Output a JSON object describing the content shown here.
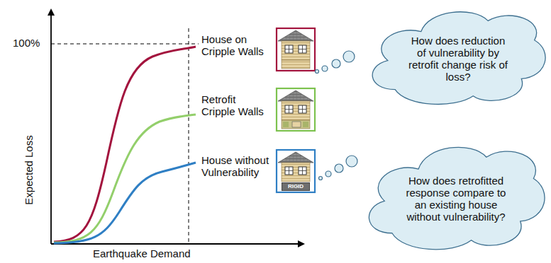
{
  "diagram": {
    "nodes": [
      {
        "text": [
          "How does reduction of vulnerability by retrofit change risk of loss?"
        ]
      },
      {
        "text": [
          "How does retrofitted response compare to an existing house without vulnerability?"
        ]
      },
      {
        "text": [
          "RIGID"
        ]
      }
    ],
    "labels": [
      "100%",
      "Expected Loss",
      "Earthquake Demand",
      "House on Cripple Walls",
      "Retrofit Cripple Walls",
      "House without Vulnerability"
    ]
  }
}
